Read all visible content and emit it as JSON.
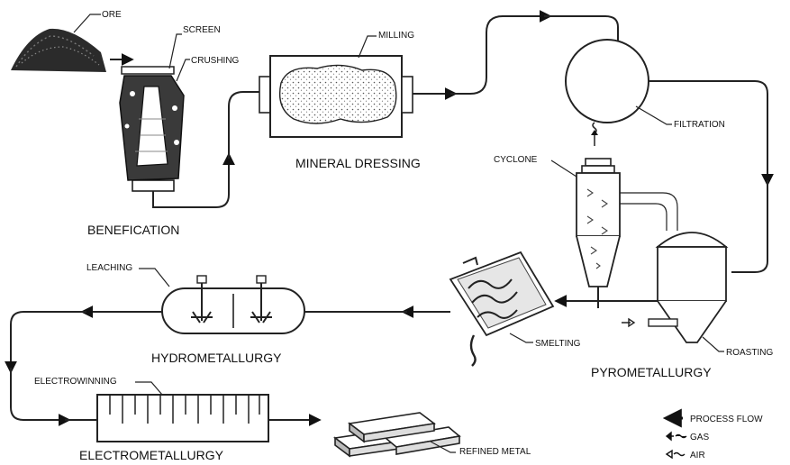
{
  "labels": {
    "ore": "ORE",
    "screen": "SCREEN",
    "crushing": "CRUSHING",
    "milling": "MILLING",
    "benefication": "BENEFICATION",
    "mineral_dressing": "MINERAL DRESSING",
    "filtration": "FILTRATION",
    "cyclone": "CYCLONE",
    "roasting": "ROASTING",
    "pyrometallurgy": "PYROMETALLURGY",
    "smelting": "SMELTING",
    "leaching": "LEACHING",
    "hydrometallurgy": "HYDROMETALLURGY",
    "electrowinning": "ELECTROWINNING",
    "electrometallurgy": "ELECTROMETALLURGY",
    "refined_metal": "REFINED METAL"
  },
  "legend": {
    "process_flow": "PROCESS FLOW",
    "gas": "GAS",
    "air": "AIR"
  },
  "colors": {
    "ink": "#222222",
    "background": "#ffffff"
  },
  "icons": [
    "ore-pile-icon",
    "crusher-icon",
    "mill-drum-icon",
    "filter-drum-icon",
    "cyclone-icon",
    "roaster-icon",
    "smelter-icon",
    "leach-tank-icon",
    "electrowinning-cell-icon",
    "metal-ingots-icon"
  ]
}
